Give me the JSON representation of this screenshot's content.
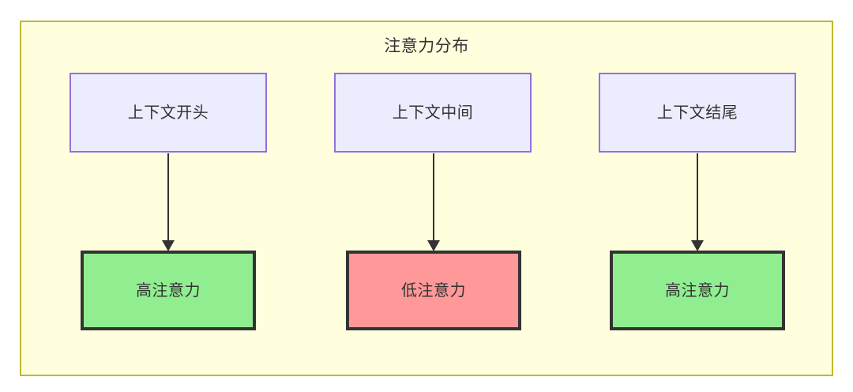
{
  "diagram": {
    "type": "flowchart",
    "direction": "top-down",
    "container": {
      "title": "注意力分布",
      "background_color": "#ffffde",
      "border_color": "#bfb92d"
    },
    "nodes": [
      {
        "id": "ctx-start",
        "row": "top",
        "label": "上下文开头",
        "fill_color": "#ececff",
        "border_color": "#9370db"
      },
      {
        "id": "ctx-middle",
        "row": "top",
        "label": "上下文中间",
        "fill_color": "#ececff",
        "border_color": "#9370db"
      },
      {
        "id": "ctx-end",
        "row": "top",
        "label": "上下文结尾",
        "fill_color": "#ececff",
        "border_color": "#9370db"
      },
      {
        "id": "attn-start",
        "row": "bottom",
        "label": "高注意力",
        "fill_color": "#90ee90",
        "border_color": "#333333"
      },
      {
        "id": "attn-middle",
        "row": "bottom",
        "label": "低注意力",
        "fill_color": "#ff9999",
        "border_color": "#333333"
      },
      {
        "id": "attn-end",
        "row": "bottom",
        "label": "高注意力",
        "fill_color": "#90ee90",
        "border_color": "#333333"
      }
    ],
    "edges": [
      {
        "from": "ctx-start",
        "to": "attn-start",
        "label": ""
      },
      {
        "from": "ctx-middle",
        "to": "attn-middle",
        "label": ""
      },
      {
        "from": "ctx-end",
        "to": "attn-end",
        "label": ""
      }
    ]
  }
}
